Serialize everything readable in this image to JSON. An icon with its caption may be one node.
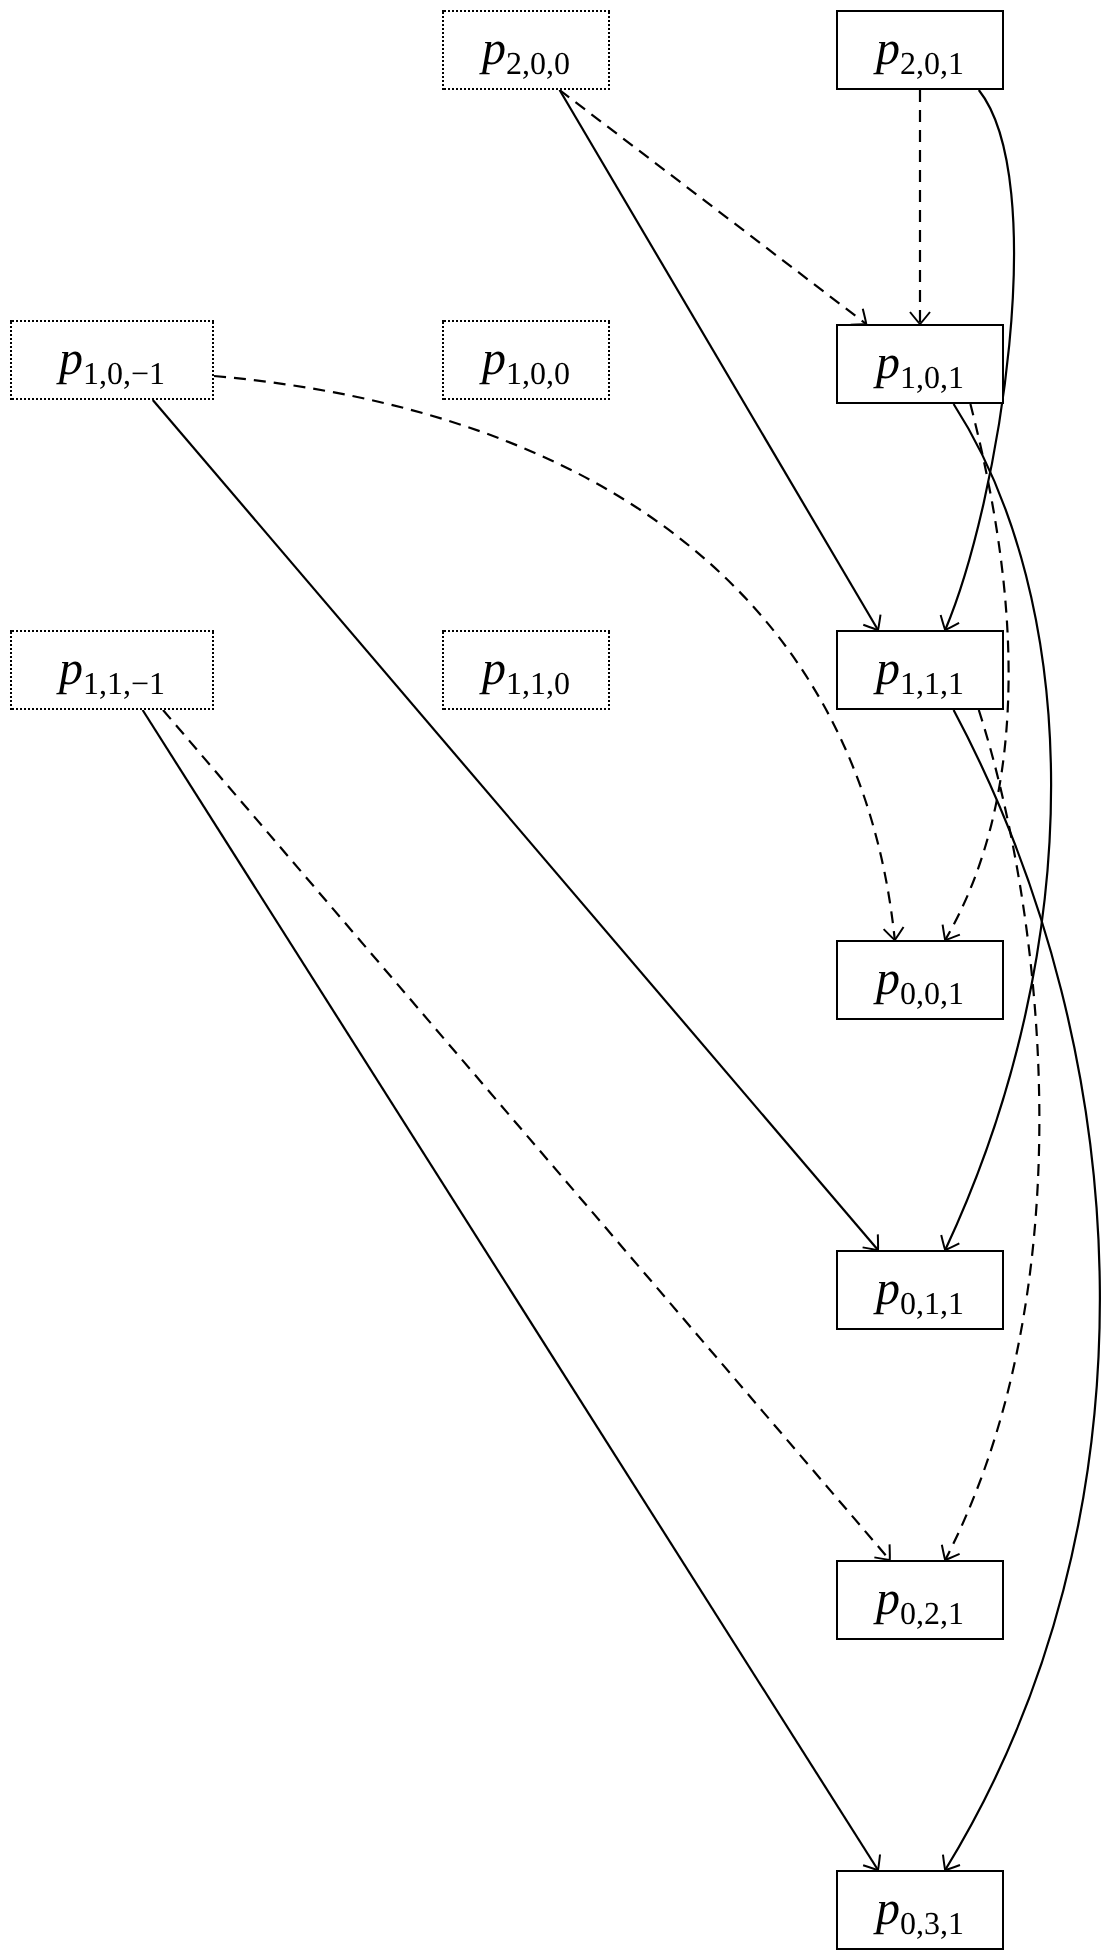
{
  "diagram": {
    "nodes": [
      {
        "text": [
          "*p*$_{2,0,0}$"
        ]
      },
      {
        "text": [
          "*p*$_{2,0,1}$"
        ]
      },
      {
        "text": [
          "*p*$_{1,0,−1}$"
        ]
      },
      {
        "text": [
          "*p*$_{1,0,0}$"
        ]
      },
      {
        "text": [
          "*p*$_{1,0,1}$"
        ]
      },
      {
        "text": [
          "*p*$_{1,1,−1}$"
        ]
      },
      {
        "text": [
          "*p*$_{1,1,0}$"
        ]
      },
      {
        "text": [
          "*p*$_{1,1,1}$"
        ]
      },
      {
        "text": [
          "*p*$_{0,0,1}$"
        ]
      },
      {
        "text": [
          "*p*$_{0,1,1}$"
        ]
      },
      {
        "text": [
          "*p*$_{0,2,1}$"
        ]
      },
      {
        "text": [
          "*p*$_{0,3,1}$"
        ]
      }
    ],
    "edges": [
      {
        "from": 0,
        "to": 4,
        "arrow": "to",
        "style": "dashed"
      },
      {
        "from": 1,
        "to": 4,
        "arrow": "to",
        "style": "dashed"
      },
      {
        "from": 0,
        "to": 7,
        "arrow": "to"
      },
      {
        "from": 1,
        "to": 7,
        "arrow": "to"
      },
      {
        "from": 2,
        "to": 8,
        "arrow": "to",
        "style": "dashed"
      },
      {
        "from": 4,
        "to": 8,
        "arrow": "to",
        "style": "dashed"
      },
      {
        "from": 2,
        "to": 9,
        "arrow": "to"
      },
      {
        "from": 4,
        "to": 9,
        "arrow": "to"
      },
      {
        "from": 5,
        "to": 10,
        "arrow": "to",
        "style": "dashed"
      },
      {
        "from": 7,
        "to": 10,
        "arrow": "to",
        "style": "dashed"
      },
      {
        "from": 5,
        "to": 11,
        "arrow": "to"
      },
      {
        "from": 7,
        "to": 11,
        "arrow": "to"
      }
    ]
  }
}
